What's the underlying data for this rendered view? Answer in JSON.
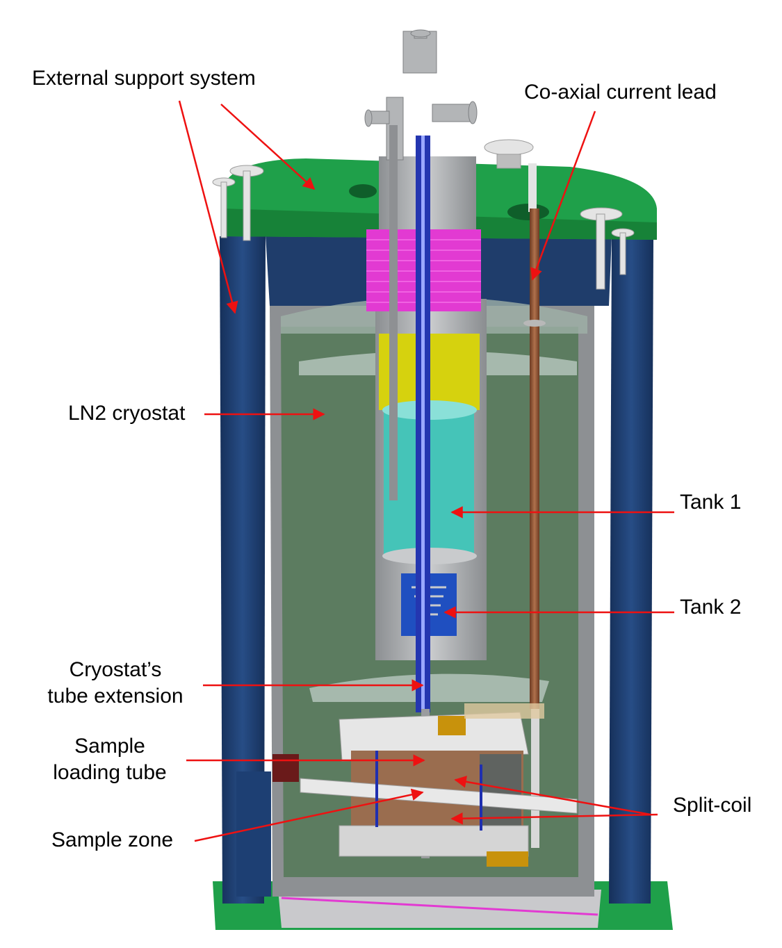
{
  "labels": {
    "external_support": "External support system",
    "coaxial_lead": "Co-axial current lead",
    "ln2_cryostat": "LN2 cryostat",
    "tank1": "Tank 1",
    "tank2": "Tank 2",
    "tube_extension_line1": "Cryostat’s",
    "tube_extension_line2": "tube extension",
    "sample_loading_line1": "Sample",
    "sample_loading_line2": "loading tube",
    "split_coil": "Split-coil",
    "sample_zone": "Sample zone"
  },
  "colors": {
    "arrow": "#ee1111",
    "support_plate": "#1fa04a",
    "outer_wall": "#1d3f73",
    "ln2_fill": "#5c7c60",
    "tank1_fill": "#45c4b8",
    "tank2_fill": "#1f4fc0",
    "yellow_band": "#d6d20e",
    "magenta_band": "#e23ad2",
    "copper_lead": "#93573a",
    "coil_copper": "#9a6d4f",
    "steel": "#a7a9ab"
  }
}
